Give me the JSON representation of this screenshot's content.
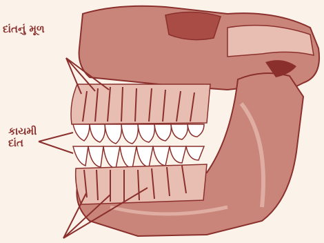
{
  "labels": {
    "tooth_root": "દાંતનું મૂળ",
    "permanent_teeth_line1": "કાયમી",
    "permanent_teeth_line2": "દાંત"
  },
  "colors": {
    "background": "#fbf3ea",
    "ink": "#8a2f2c",
    "bone": "#c98579",
    "bone_light": "#e8bdb2",
    "tooth": "#ffffff"
  }
}
